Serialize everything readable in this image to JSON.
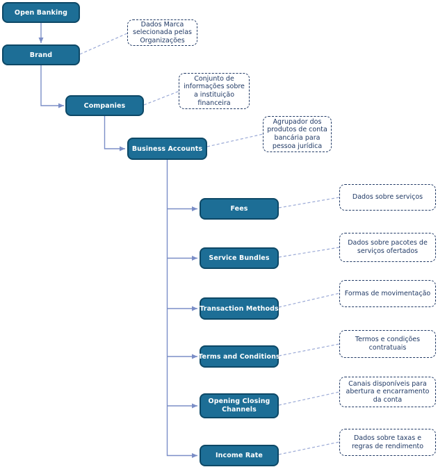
{
  "diagram_type": "hierarchy-flowchart",
  "colors": {
    "node_fill": "#1d6e96",
    "node_border": "#0d4866",
    "node_text": "#ffffff",
    "connector": "#7b8ec7",
    "annotation_connector": "#9aa9d6",
    "annotation_border": "#1f3864",
    "annotation_text": "#1f3864",
    "background": "#ffffff"
  },
  "nodes": [
    {
      "label": "Open Banking"
    },
    {
      "label": "Brand"
    },
    {
      "label": "Companies"
    },
    {
      "label": "Business Accounts"
    },
    {
      "label": "Fees"
    },
    {
      "label": "Service Bundles"
    },
    {
      "label": "Transaction Methods"
    },
    {
      "label": "Terms and Conditions"
    },
    {
      "label": "Opening Closing Channels"
    },
    {
      "label": "Income Rate"
    }
  ],
  "edges": [
    [
      "Open Banking",
      "Brand"
    ],
    [
      "Brand",
      "Companies"
    ],
    [
      "Companies",
      "Business Accounts"
    ],
    [
      "Business Accounts",
      "Fees"
    ],
    [
      "Business Accounts",
      "Service Bundles"
    ],
    [
      "Business Accounts",
      "Transaction Methods"
    ],
    [
      "Business Accounts",
      "Terms and Conditions"
    ],
    [
      "Business Accounts",
      "Opening Closing Channels"
    ],
    [
      "Business Accounts",
      "Income Rate"
    ]
  ],
  "annotations": [
    {
      "target": "Brand",
      "text": "Dados Marca selecionada pelas Organizações"
    },
    {
      "target": "Companies",
      "text": "Conjunto de informações sobre a instituição financeira"
    },
    {
      "target": "Business Accounts",
      "text": "Agrupador dos produtos de conta bancária para pessoa jurídica"
    },
    {
      "target": "Fees",
      "text": "Dados sobre serviços"
    },
    {
      "target": "Service Bundles",
      "text": "Dados sobre pacotes de serviços ofertados"
    },
    {
      "target": "Transaction Methods",
      "text": "Formas de movimentação"
    },
    {
      "target": "Terms and Conditions",
      "text": "Termos e condições contratuais"
    },
    {
      "target": "Opening Closing Channels",
      "text": "Canais disponíveis para abertura e encarramento da conta"
    },
    {
      "target": "Income Rate",
      "text": "Dados sobre taxas e regras de rendimento"
    }
  ]
}
